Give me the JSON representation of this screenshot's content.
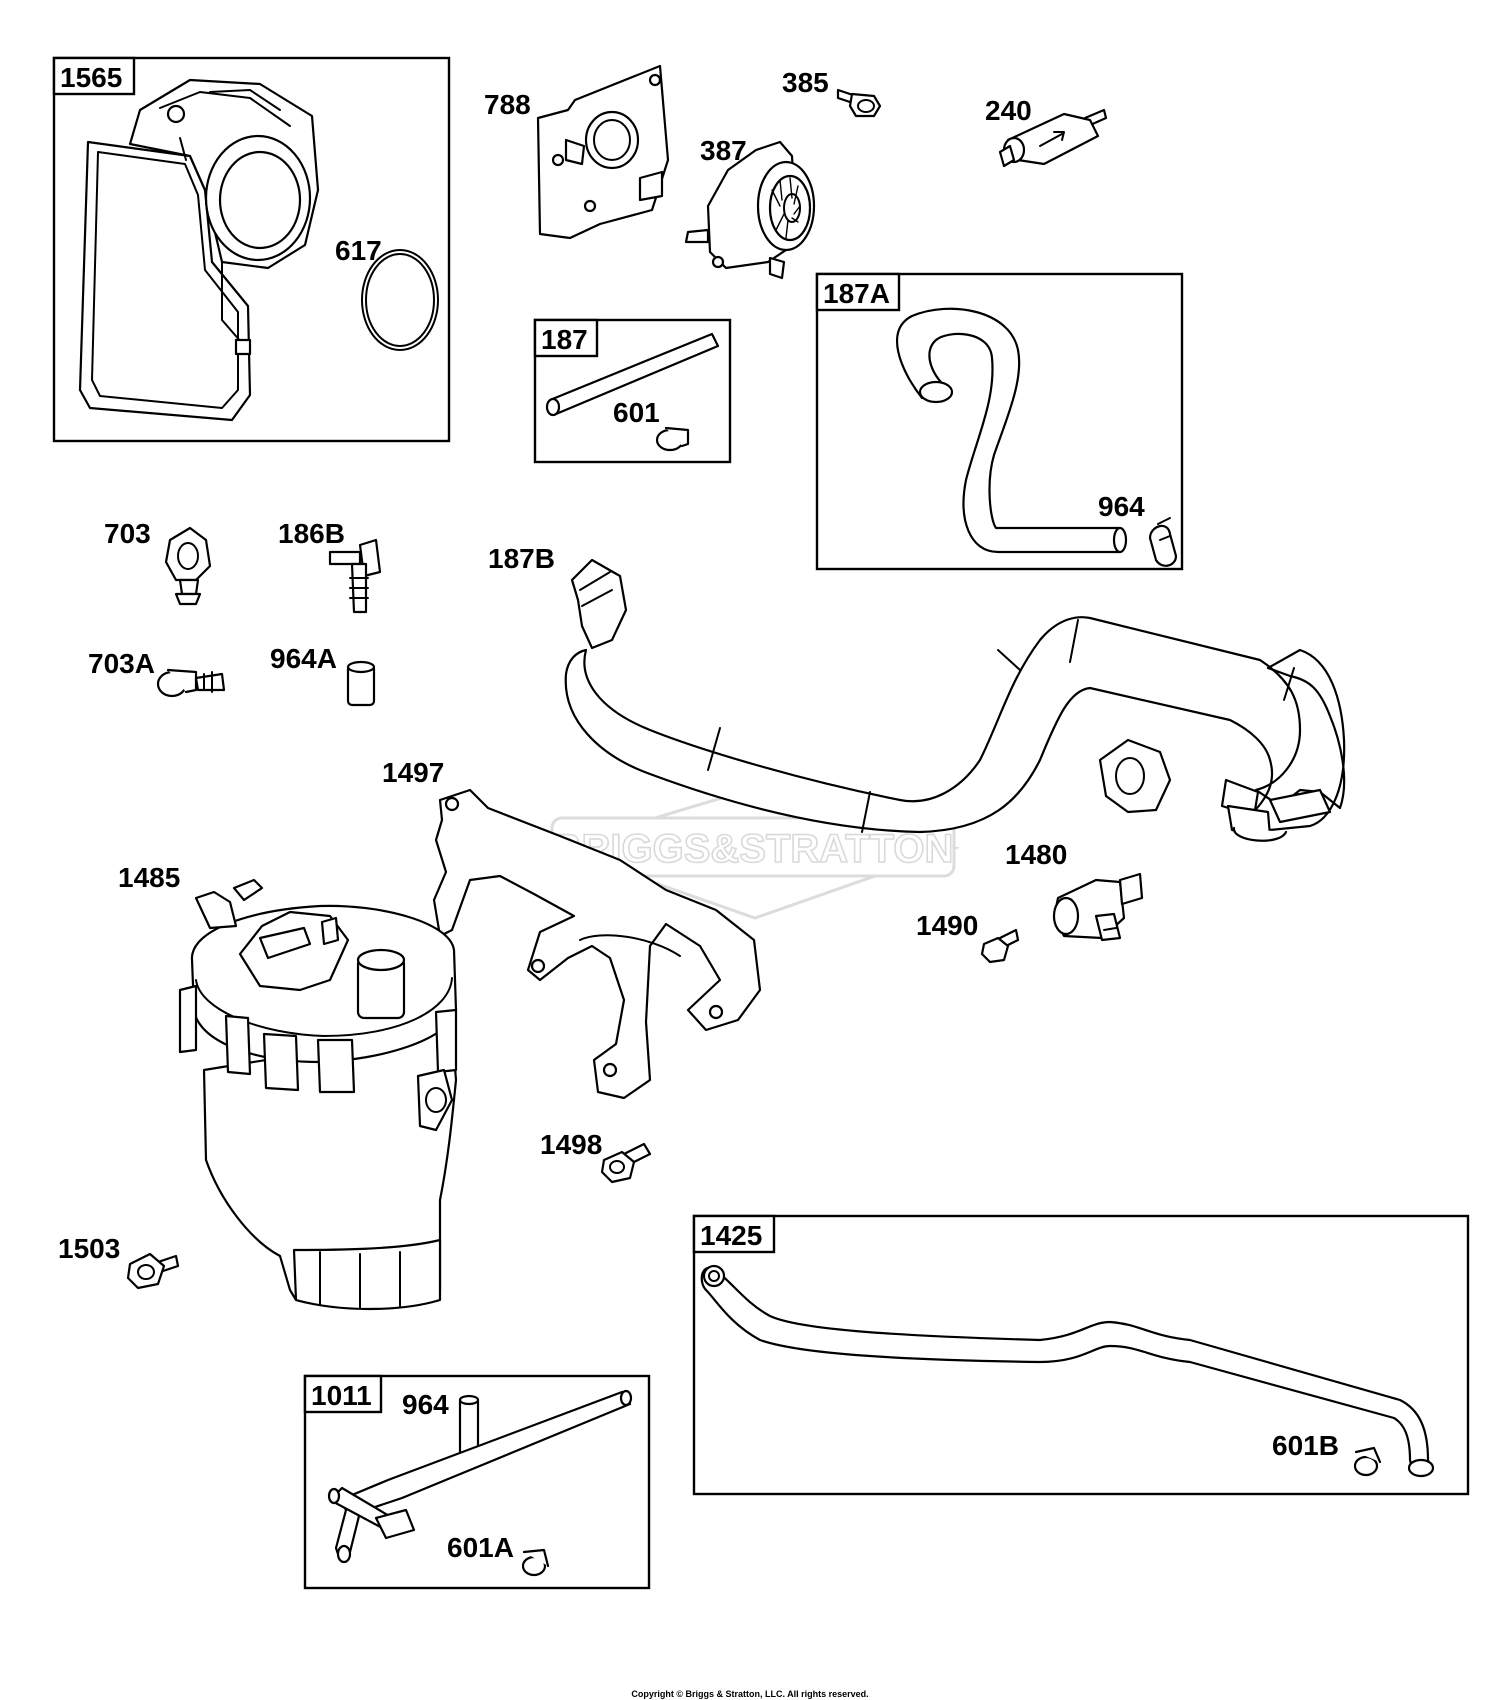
{
  "boxes": {
    "b1565": "1565",
    "b187": "187",
    "b187A": "187A",
    "b1011": "1011",
    "b1425": "1425"
  },
  "labels": {
    "l617": "617",
    "l788": "788",
    "l385": "385",
    "l240": "240",
    "l387": "387",
    "l601": "601",
    "l964a": "964",
    "l703": "703",
    "l186B": "186B",
    "l187B": "187B",
    "l703A": "703A",
    "l964A": "964A",
    "l1497": "1497",
    "l1485": "1485",
    "l1480": "1480",
    "l1490": "1490",
    "l1498": "1498",
    "l1503": "1503",
    "l964b": "964",
    "l601A": "601A",
    "l601B": "601B"
  },
  "watermark": "BRIGGS&STRATTON",
  "copyright": "Copyright © Briggs & Stratton, LLC. All rights reserved."
}
